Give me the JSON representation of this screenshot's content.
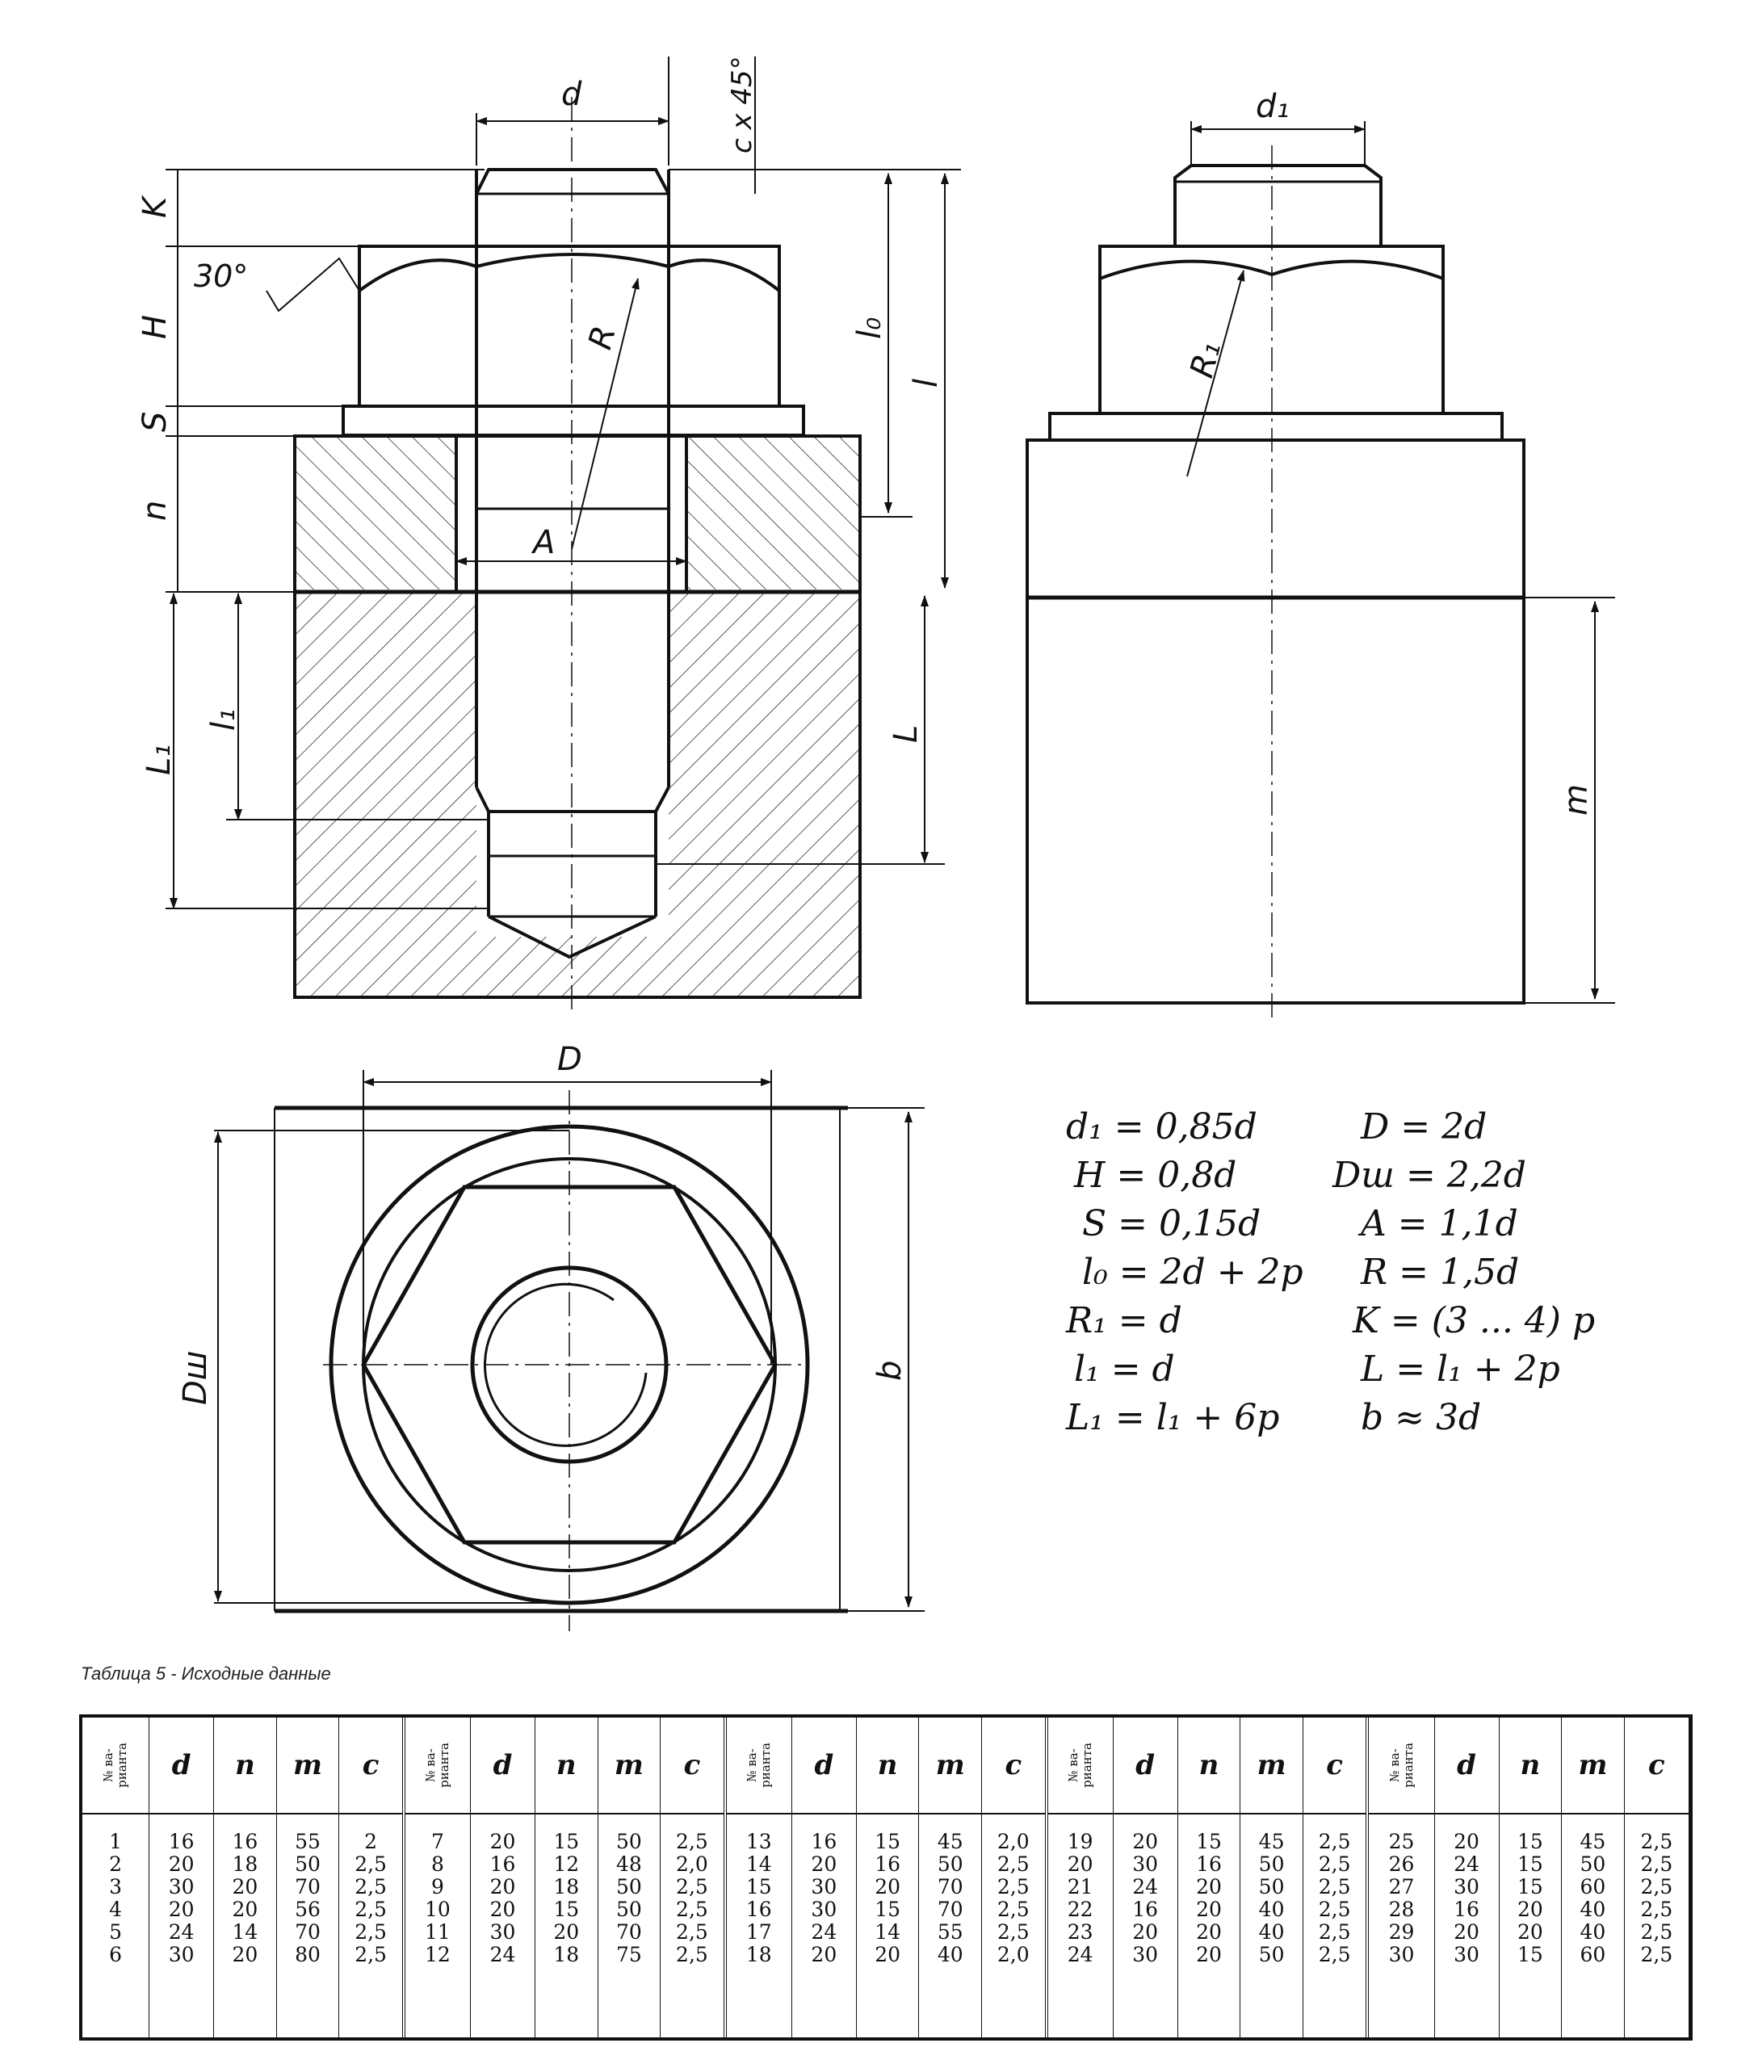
{
  "drawing": {
    "front_view": {
      "dim_d": "d",
      "dim_chamfer": "c x 45°",
      "dim_K": "K",
      "dim_angle": "30°",
      "dim_H": "H",
      "dim_S": "S",
      "dim_n": "n",
      "dim_R": "R",
      "dim_A": "A",
      "dim_l0": "l₀",
      "dim_l": "l",
      "dim_L1": "L₁",
      "dim_l1": "l₁",
      "dim_L": "L"
    },
    "side_view": {
      "dim_d1": "d₁",
      "dim_R1": "R₁",
      "dim_m": "m"
    },
    "top_view": {
      "dim_D": "D",
      "dim_Dw": "Dш",
      "dim_b": "b"
    }
  },
  "formulas": [
    "d₁ = 0,85d",
    "H = 0,8d",
    "S = 0,15d",
    "l₀ = 2d + 2p",
    "R₁ = d",
    "l₁ = d",
    "L₁ = l₁ + 6p",
    "D = 2d",
    "Dш = 2,2d",
    "A = 1,1d",
    "R = 1,5d",
    "K = (3 ... 4) p",
    "L = l₁ + 2p",
    "b ≈ 3d"
  ],
  "caption": "Таблица 5 - Исходные данные",
  "table": {
    "variant_header": "№ ва-\nрианта",
    "columns": [
      "d",
      "n",
      "m",
      "c"
    ],
    "groups": [
      {
        "variants": [
          "1",
          "2",
          "3",
          "4",
          "5",
          "6"
        ],
        "d": [
          "16",
          "20",
          "30",
          "20",
          "24",
          "30"
        ],
        "n": [
          "16",
          "18",
          "20",
          "20",
          "14",
          "20"
        ],
        "m": [
          "55",
          "50",
          "70",
          "56",
          "70",
          "80"
        ],
        "c": [
          "2",
          "2,5",
          "2,5",
          "2,5",
          "2,5",
          "2,5"
        ]
      },
      {
        "variants": [
          "7",
          "8",
          "9",
          "10",
          "11",
          "12"
        ],
        "d": [
          "20",
          "16",
          "20",
          "20",
          "30",
          "24"
        ],
        "n": [
          "15",
          "12",
          "18",
          "15",
          "20",
          "18"
        ],
        "m": [
          "50",
          "48",
          "50",
          "50",
          "70",
          "75"
        ],
        "c": [
          "2,5",
          "2,0",
          "2,5",
          "2,5",
          "2,5",
          "2,5"
        ]
      },
      {
        "variants": [
          "13",
          "14",
          "15",
          "16",
          "17",
          "18"
        ],
        "d": [
          "16",
          "20",
          "30",
          "30",
          "24",
          "20"
        ],
        "n": [
          "15",
          "16",
          "20",
          "15",
          "14",
          "20"
        ],
        "m": [
          "45",
          "50",
          "70",
          "70",
          "55",
          "40"
        ],
        "c": [
          "2,0",
          "2,5",
          "2,5",
          "2,5",
          "2,5",
          "2,0"
        ]
      },
      {
        "variants": [
          "19",
          "20",
          "21",
          "22",
          "23",
          "24"
        ],
        "d": [
          "20",
          "30",
          "24",
          "16",
          "20",
          "30"
        ],
        "n": [
          "15",
          "16",
          "20",
          "20",
          "20",
          "20"
        ],
        "m": [
          "45",
          "50",
          "50",
          "40",
          "40",
          "50"
        ],
        "c": [
          "2,5",
          "2,5",
          "2,5",
          "2,5",
          "2,5",
          "2,5"
        ]
      },
      {
        "variants": [
          "25",
          "26",
          "27",
          "28",
          "29",
          "30"
        ],
        "d": [
          "20",
          "24",
          "30",
          "16",
          "20",
          "30"
        ],
        "n": [
          "15",
          "15",
          "15",
          "20",
          "20",
          "15"
        ],
        "m": [
          "45",
          "50",
          "60",
          "40",
          "40",
          "60"
        ],
        "c": [
          "2,5",
          "2,5",
          "2,5",
          "2,5",
          "2,5",
          "2,5"
        ]
      }
    ]
  }
}
